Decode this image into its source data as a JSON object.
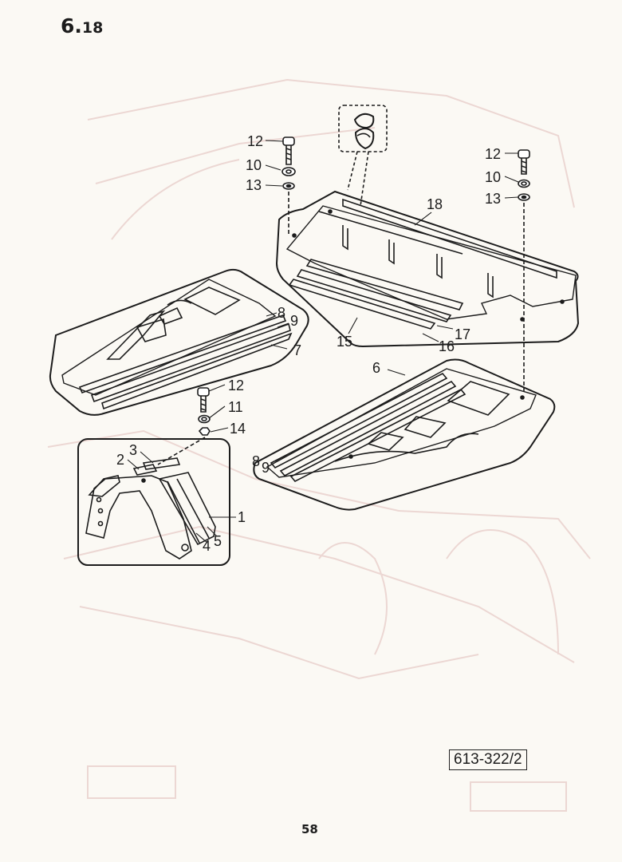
{
  "header": {
    "section_main": "6.",
    "section_sub": "18"
  },
  "reference_code": "613-322/2",
  "page_number": "58",
  "part_labels": {
    "l12a": "12",
    "l10a": "10",
    "l13a": "13",
    "l12b": "12",
    "l10b": "10",
    "l13b": "13",
    "l18": "18",
    "l8a": "8",
    "l9a": "9",
    "l7": "7",
    "l15": "15",
    "l16": "16",
    "l17": "17",
    "l6": "6",
    "l12c": "12",
    "l11": "11",
    "l14": "14",
    "l3": "3",
    "l2": "2",
    "l1": "1",
    "l4": "4",
    "l5": "5",
    "l8b": "8",
    "l9b": "9"
  }
}
